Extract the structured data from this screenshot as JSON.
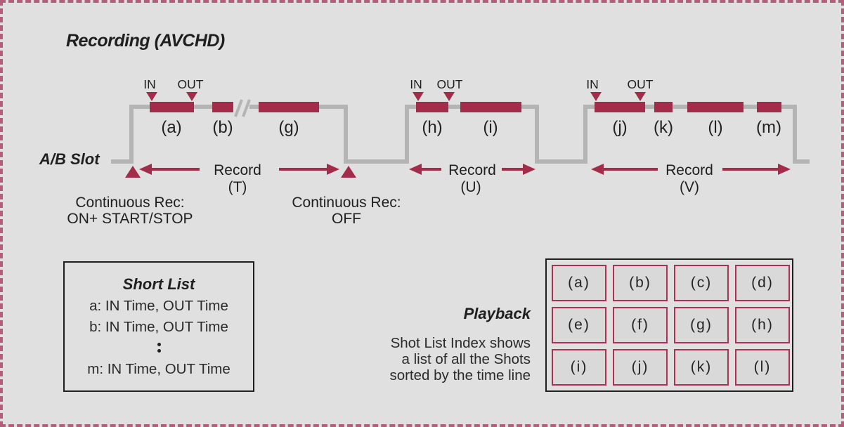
{
  "colors": {
    "accent_crimson": "#a22c4a",
    "timeline_gray": "#b4b4b4",
    "cell_border": "#ad3154",
    "page_background": "#e0e0e0",
    "page_border": "#b25f7d"
  },
  "header": {
    "title": "Recording (AVCHD)"
  },
  "timeline": {
    "slot_label": "A/B Slot",
    "sections": [
      {
        "id": "T",
        "in_label": "IN",
        "out_label": "OUT",
        "record_label": "Record",
        "record_tag": "(T)",
        "clips": [
          "(a)",
          "(b)",
          "(g)"
        ]
      },
      {
        "id": "U",
        "in_label": "IN",
        "out_label": "OUT",
        "record_label": "Record",
        "record_tag": "(U)",
        "clips": [
          "(h)",
          "(i)"
        ]
      },
      {
        "id": "V",
        "in_label": "IN",
        "out_label": "OUT",
        "record_label": "Record",
        "record_tag": "(V)",
        "clips": [
          "(j)",
          "(k)",
          "(l)",
          "(m)"
        ]
      }
    ],
    "continuous_rec_on": {
      "line1": "Continuous Rec:",
      "line2": "ON+ START/STOP"
    },
    "continuous_rec_off": {
      "line1": "Continuous Rec:",
      "line2": "OFF"
    }
  },
  "short_list": {
    "title": "Short List",
    "items": [
      "a: IN Time, OUT Time",
      "b: IN Time, OUT Time",
      "m: IN Time, OUT Time"
    ]
  },
  "playback": {
    "title": "Playback",
    "description_lines": [
      "Shot List Index shows",
      "a list of all the Shots",
      "sorted by the time line"
    ],
    "cells": [
      "(a)",
      "(b)",
      "(c)",
      "(d)",
      "(e)",
      "(f)",
      "(g)",
      "(h)",
      "(i)",
      "(j)",
      "(k)",
      "(l)"
    ]
  }
}
